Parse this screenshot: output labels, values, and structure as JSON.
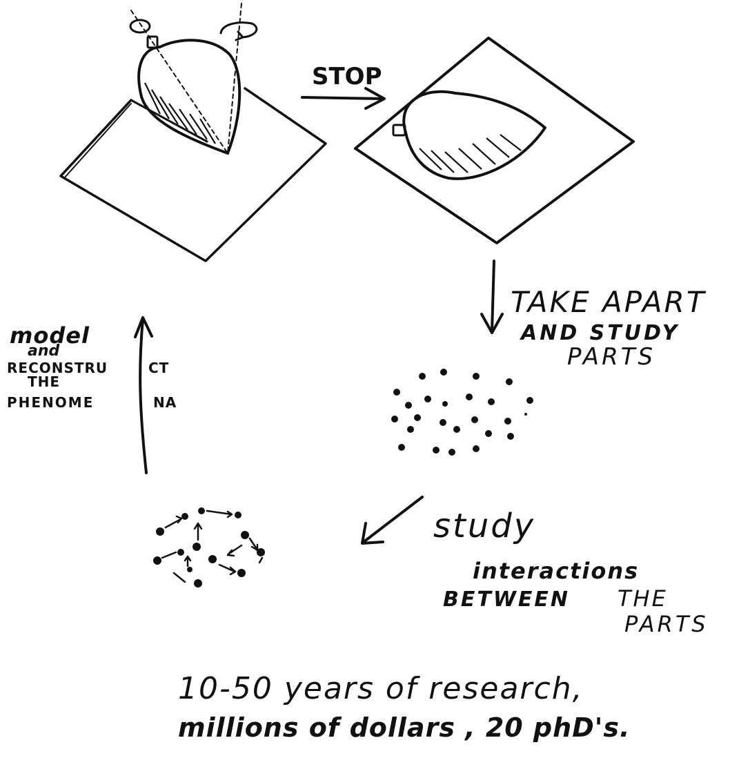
{
  "labels": {
    "stop": "STOP",
    "take_apart_1": "TAKE APART",
    "take_apart_2": "AND  STUDY",
    "take_apart_3": "PARTS",
    "study": "study",
    "interactions": "interactions",
    "between": "BETWEEN",
    "the": "THE",
    "parts": "PARTS",
    "model": "model",
    "and": "and",
    "reconstruct_a": "RECONSTRU",
    "reconstruct_b": "CT",
    "the_small": "THE",
    "phenomena_a": "PHENOME",
    "phenomena_b": "NA",
    "footer_1": "10-50 years of research,",
    "footer_2": "millions of dollars , 20 phD's."
  },
  "colors": {
    "ink": "#111111",
    "paper": "#ffffff"
  }
}
